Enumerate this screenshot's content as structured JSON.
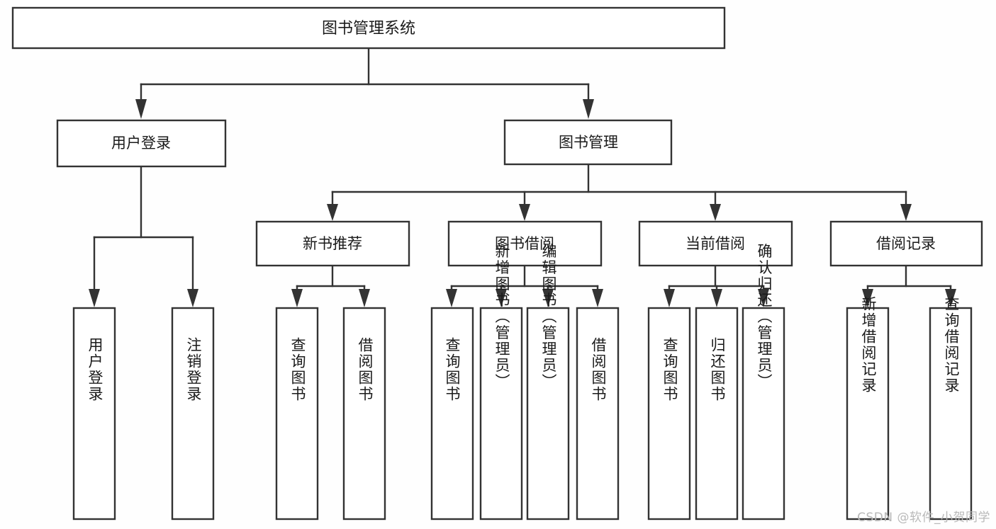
{
  "diagram": {
    "type": "tree-hierarchy",
    "title": "图书管理系统",
    "orientation": "top-down",
    "watermark": "CSDN @软件_小贺同学",
    "colors": {
      "background": "#fefefe",
      "box_fill": "#ffffff",
      "box_stroke": "#333333",
      "text": "#1a1a1a",
      "watermark_text": "#b9b9b9"
    },
    "levels": {
      "level1": "root",
      "level2": "modules",
      "level3": "sub-modules",
      "level4": "functions"
    },
    "root": {
      "label": "图书管理系统"
    },
    "branches": [
      {
        "id": "user-login",
        "label": "用户登录",
        "children": [
          {
            "id": "user-login-action",
            "label": "用户登录"
          },
          {
            "id": "user-logout-action",
            "label": "注销登录"
          }
        ]
      },
      {
        "id": "book-management",
        "label": "图书管理",
        "children": [
          {
            "id": "new-book-recommend",
            "label": "新书推荐",
            "children": [
              {
                "id": "query-books-1",
                "label": "查询图书"
              },
              {
                "id": "borrow-books-1",
                "label": "借阅图书"
              }
            ]
          },
          {
            "id": "book-borrow",
            "label": "图书借阅",
            "children": [
              {
                "id": "query-books-2",
                "label": "查询图书"
              },
              {
                "id": "add-book-admin",
                "label": "新增图书（管理员）"
              },
              {
                "id": "edit-book-admin",
                "label": "编辑图书（管理员）"
              },
              {
                "id": "borrow-books-2",
                "label": "借阅图书"
              }
            ]
          },
          {
            "id": "current-borrow",
            "label": "当前借阅",
            "children": [
              {
                "id": "query-books-3",
                "label": "查询图书"
              },
              {
                "id": "return-books",
                "label": "归还图书"
              },
              {
                "id": "confirm-return-admin",
                "label": "确认归还（管理员）"
              }
            ]
          },
          {
            "id": "borrow-records",
            "label": "借阅记录",
            "children": [
              {
                "id": "add-borrow-record",
                "label": "新增借阅记录"
              },
              {
                "id": "query-borrow-record",
                "label": "查询借阅记录"
              }
            ]
          }
        ]
      }
    ],
    "nodes": {
      "root": {
        "label": "图书管理系统"
      },
      "l2_user_login": {
        "label": "用户登录"
      },
      "l2_book_mgmt": {
        "label": "图书管理"
      },
      "l3_new_book": {
        "label": "新书推荐"
      },
      "l3_book_borrow": {
        "label": "图书借阅"
      },
      "l3_current_borrow": {
        "label": "当前借阅"
      },
      "l3_borrow_record": {
        "label": "借阅记录"
      },
      "leaf_user_login": {
        "label": "用户登录"
      },
      "leaf_user_logout": {
        "label": "注销登录"
      },
      "leaf_query_book_a": {
        "label": "查询图书"
      },
      "leaf_borrow_book_a": {
        "label": "借阅图书"
      },
      "leaf_query_book_b": {
        "label": "查询图书"
      },
      "leaf_add_book": {
        "label": "新增图书（管理员）"
      },
      "leaf_edit_book": {
        "label": "编辑图书（管理员）"
      },
      "leaf_borrow_book_b": {
        "label": "借阅图书"
      },
      "leaf_query_book_c": {
        "label": "查询图书"
      },
      "leaf_return_book": {
        "label": "归还图书"
      },
      "leaf_confirm_return": {
        "label": "确认归还（管理员）"
      },
      "leaf_add_record": {
        "label": "新增借阅记录"
      },
      "leaf_query_record": {
        "label": "查询借阅记录"
      }
    }
  }
}
